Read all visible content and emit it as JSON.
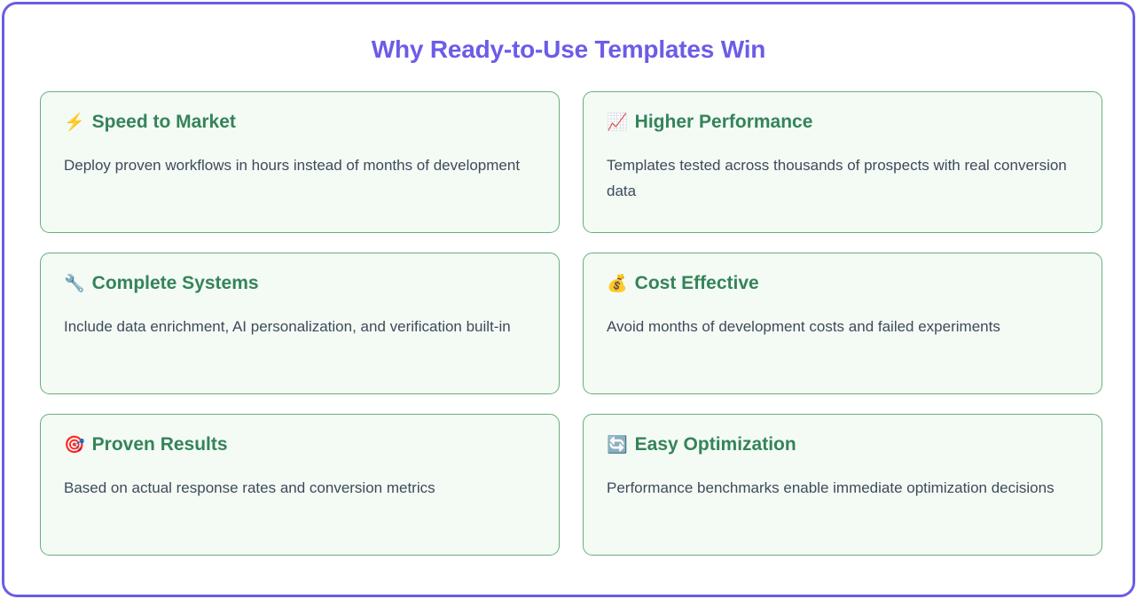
{
  "title": "Why Ready-to-Use Templates Win",
  "colors": {
    "frame_border": "#6c5ce7",
    "title": "#6c5ce7",
    "card_background": "#f3fbf4",
    "card_border": "#6aad7d",
    "card_heading": "#35835a",
    "card_body": "#3e4a5b",
    "page_background": "#ffffff"
  },
  "cards": [
    {
      "emoji": "⚡",
      "icon_name": "high-voltage-icon",
      "heading": "Speed to Market",
      "body": "Deploy proven workflows in hours instead of months of development"
    },
    {
      "emoji": "📈",
      "icon_name": "chart-increasing-icon",
      "heading": "Higher Performance",
      "body": "Templates tested across thousands of prospects with real conversion data"
    },
    {
      "emoji": "🔧",
      "icon_name": "wrench-icon",
      "heading": "Complete Systems",
      "body": "Include data enrichment, AI personalization, and verification built-in"
    },
    {
      "emoji": "💰",
      "icon_name": "money-bag-icon",
      "heading": "Cost Effective",
      "body": "Avoid months of development costs and failed experiments"
    },
    {
      "emoji": "🎯",
      "icon_name": "direct-hit-icon",
      "heading": "Proven Results",
      "body": "Based on actual response rates and conversion metrics"
    },
    {
      "emoji": "🔄",
      "icon_name": "counterclockwise-arrows-icon",
      "heading": "Easy Optimization",
      "body": "Performance benchmarks enable immediate optimization decisions"
    }
  ]
}
